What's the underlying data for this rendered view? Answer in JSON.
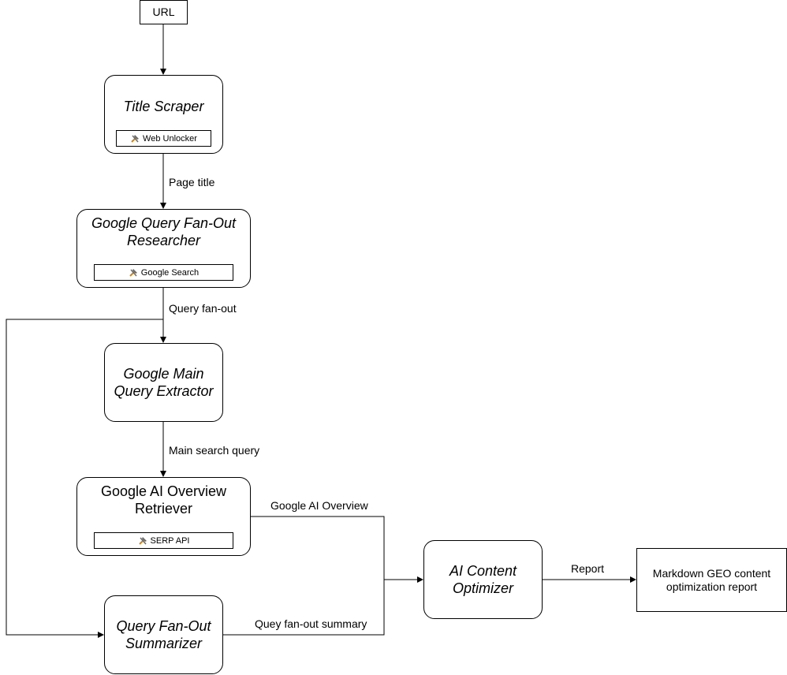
{
  "nodes": {
    "url": {
      "label": "URL"
    },
    "title_scraper": {
      "title": "Title Scraper",
      "tool": "Web Unlocker",
      "tool_icon": "tools-icon"
    },
    "fanout_researcher": {
      "title": "Google Query Fan-Out Researcher",
      "tool": "Google Search",
      "tool_icon": "tools-icon"
    },
    "main_query_extractor": {
      "title": "Google Main Query Extractor"
    },
    "ai_overview_retriever": {
      "title": "Google AI Overview Retriever",
      "tool": "SERP API",
      "tool_icon": "tools-icon"
    },
    "fanout_summarizer": {
      "title": "Query Fan-Out Summarizer"
    },
    "content_optimizer": {
      "title": "AI Content Optimizer"
    },
    "report_output": {
      "label": "Markdown GEO content optimization report"
    }
  },
  "edges": {
    "page_title": "Page title",
    "query_fanout": "Query fan-out",
    "main_search_query": "Main search query",
    "google_ai_overview": "Google AI Overview",
    "fanout_summary": "Quey fan-out summary",
    "report": "Report"
  },
  "colors": {
    "stroke": "#000000",
    "icon_handle": "#c8871f",
    "icon_metal": "#6b6b6b"
  }
}
